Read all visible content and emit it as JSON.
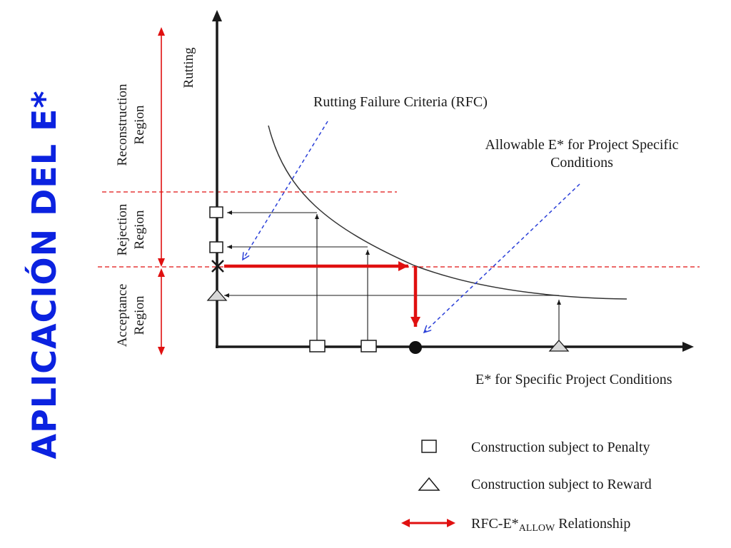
{
  "title": "APLICACIÓN DEL E*",
  "axes": {
    "y_label": "Rutting",
    "x_label": "E* for Specific Project Conditions"
  },
  "regions": {
    "reconstruction_line1": "Reconstruction",
    "reconstruction_line2": "Region",
    "rejection_line1": "Rejection",
    "rejection_line2": "Region",
    "acceptance_line1": "Acceptance",
    "acceptance_line2": "Region"
  },
  "callouts": {
    "rfc": "Rutting Failure Criteria (RFC)",
    "allowable_line1": "Allowable E* for Project Specific",
    "allowable_line2": "Conditions"
  },
  "legend": {
    "penalty": "Construction subject to Penalty",
    "reward": "Construction subject to Reward",
    "relationship_prefix": "RFC-E*",
    "relationship_sub": "ALLOW",
    "relationship_suffix": " Relationship"
  },
  "colors": {
    "title": "#0b22e0",
    "red": "#e01010",
    "dashed_blue": "#2a3fd8",
    "ink": "#1a1a1a"
  }
}
